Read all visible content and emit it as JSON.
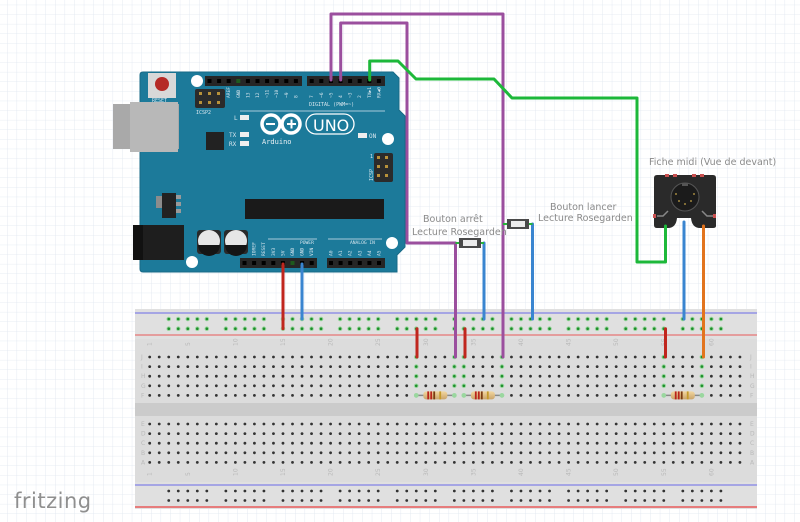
{
  "app": {
    "name": "fritzing",
    "view": "Breadboard view"
  },
  "colors": {
    "board": "#1c7a9a",
    "board_edge": "#176a87",
    "wire_red": "#c0261e",
    "wire_blue": "#3a85d0",
    "wire_purple": "#9b4f9e",
    "wire_green": "#1db83a",
    "wire_orange": "#e2741e",
    "breadboard": "#dcdcdc",
    "rail_blue": "#6a6ae8",
    "rail_red": "#e85a5a",
    "connected_hole": "#27b33a"
  },
  "arduino": {
    "model": "UNO",
    "brand": "Arduino",
    "reset_label": "RESET",
    "icsp2_label": "ICSP2",
    "icsp_label": "ICSP",
    "icsp_pin1": "1",
    "led_labels": [
      "L",
      "TX",
      "RX"
    ],
    "on_label": "ON",
    "digital_label": "DIGITAL (PWM=~)",
    "power_label": "POWER",
    "analog_label": "ANALOG IN",
    "digital_pins_left": [
      "",
      "",
      "AREF",
      "GND",
      "13",
      "12",
      "~11",
      "~10",
      "~9",
      "8"
    ],
    "digital_pins_right": [
      "7",
      "~6",
      "~5",
      "4",
      "~3",
      "2",
      "TX▶1",
      "RX◀0"
    ],
    "power_pins": [
      "",
      "IOREF",
      "RESET",
      "3V3",
      "5V",
      "GND",
      "GND",
      "VIN"
    ],
    "analog_pins": [
      "A0",
      "A1",
      "A2",
      "A3",
      "A4",
      "A5"
    ]
  },
  "components": {
    "button_stop": {
      "label_line1": "Bouton arrêt",
      "label_line2": "Lecture Rosegarden"
    },
    "button_start": {
      "label_line1": "Bouton lancer",
      "label_line2": "Lecture Rosegarden"
    },
    "midi_jack": {
      "label": "Fiche midi (Vue de devant)"
    },
    "resistors": [
      {
        "from_col": 29,
        "to_col": 33,
        "row": "F"
      },
      {
        "from_col": 34,
        "to_col": 38,
        "row": "F"
      },
      {
        "from_col": 55,
        "to_col": 59,
        "row": "F"
      }
    ]
  },
  "breadboard": {
    "columns": 63,
    "upper_rows": [
      "J",
      "I",
      "H",
      "G",
      "F"
    ],
    "lower_rows": [
      "E",
      "D",
      "C",
      "B",
      "A"
    ],
    "column_labels": [
      "1",
      "5",
      "10",
      "15",
      "20",
      "25",
      "30",
      "35",
      "40",
      "45",
      "50",
      "55",
      "60"
    ]
  },
  "wires": [
    {
      "name": "5v-to-rail",
      "color": "red",
      "from": "Arduino 5V",
      "to": "top rail +"
    },
    {
      "name": "gnd-to-rail",
      "color": "blue",
      "from": "Arduino GND",
      "to": "top rail -"
    },
    {
      "name": "pin5-wire",
      "color": "purple",
      "from": "Arduino D5",
      "to": "col 38 J"
    },
    {
      "name": "pin4-wire",
      "color": "purple",
      "from": "Arduino D4",
      "to": "button stop"
    },
    {
      "name": "tx-wire",
      "color": "green",
      "from": "Arduino TX 1",
      "to": "MIDI jack"
    },
    {
      "name": "midi-gnd",
      "color": "blue",
      "from": "MIDI jack",
      "to": "top rail -"
    },
    {
      "name": "midi-signal",
      "color": "orange",
      "from": "MIDI jack",
      "to": "col 59 J"
    }
  ],
  "logo": {
    "text": "fritzing"
  }
}
